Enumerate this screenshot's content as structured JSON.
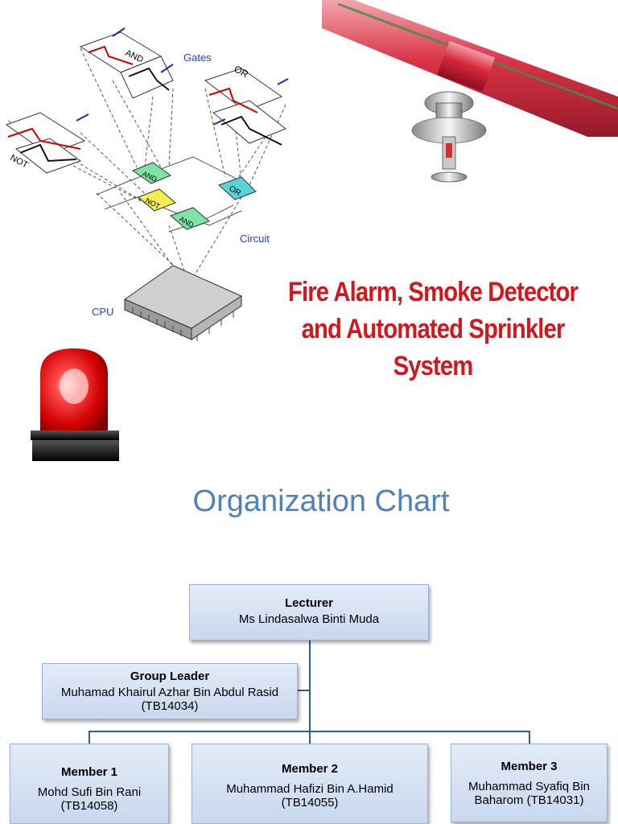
{
  "diagram": {
    "labels": {
      "gates": "Gates",
      "circuit": "Circuit",
      "cpu": "CPU"
    },
    "gates": {
      "and": "AND",
      "or": "OR",
      "not": "NOT"
    }
  },
  "title": {
    "line1": "Fire Alarm, Smoke Detector",
    "line2": "and Automated Sprinkler",
    "line3": "System"
  },
  "org_heading": "Organization Chart",
  "org_chart": {
    "lecturer": {
      "role": "Lecturer",
      "name": "Ms Lindasalwa Binti Muda"
    },
    "leader": {
      "role": "Group Leader",
      "name": "Muhamad Khairul Azhar Bin Abdul Rasid",
      "id": "(TB14034)"
    },
    "members": [
      {
        "role": "Member 1",
        "name": "Mohd Sufi Bin Rani",
        "id": "(TB14058)"
      },
      {
        "role": "Member 2",
        "name": "Muhammad Hafizi Bin A.Hamid",
        "id": "(TB14055)"
      },
      {
        "role": "Member 3",
        "name": "Muhammad Syafiq Bin",
        "id": "Baharom (TB14031)"
      }
    ]
  },
  "colors": {
    "title_red": "#d2171e",
    "heading_blue": "#4f81bd",
    "box_fill": "#d6e1f2",
    "connector": "#2f5f8f"
  }
}
